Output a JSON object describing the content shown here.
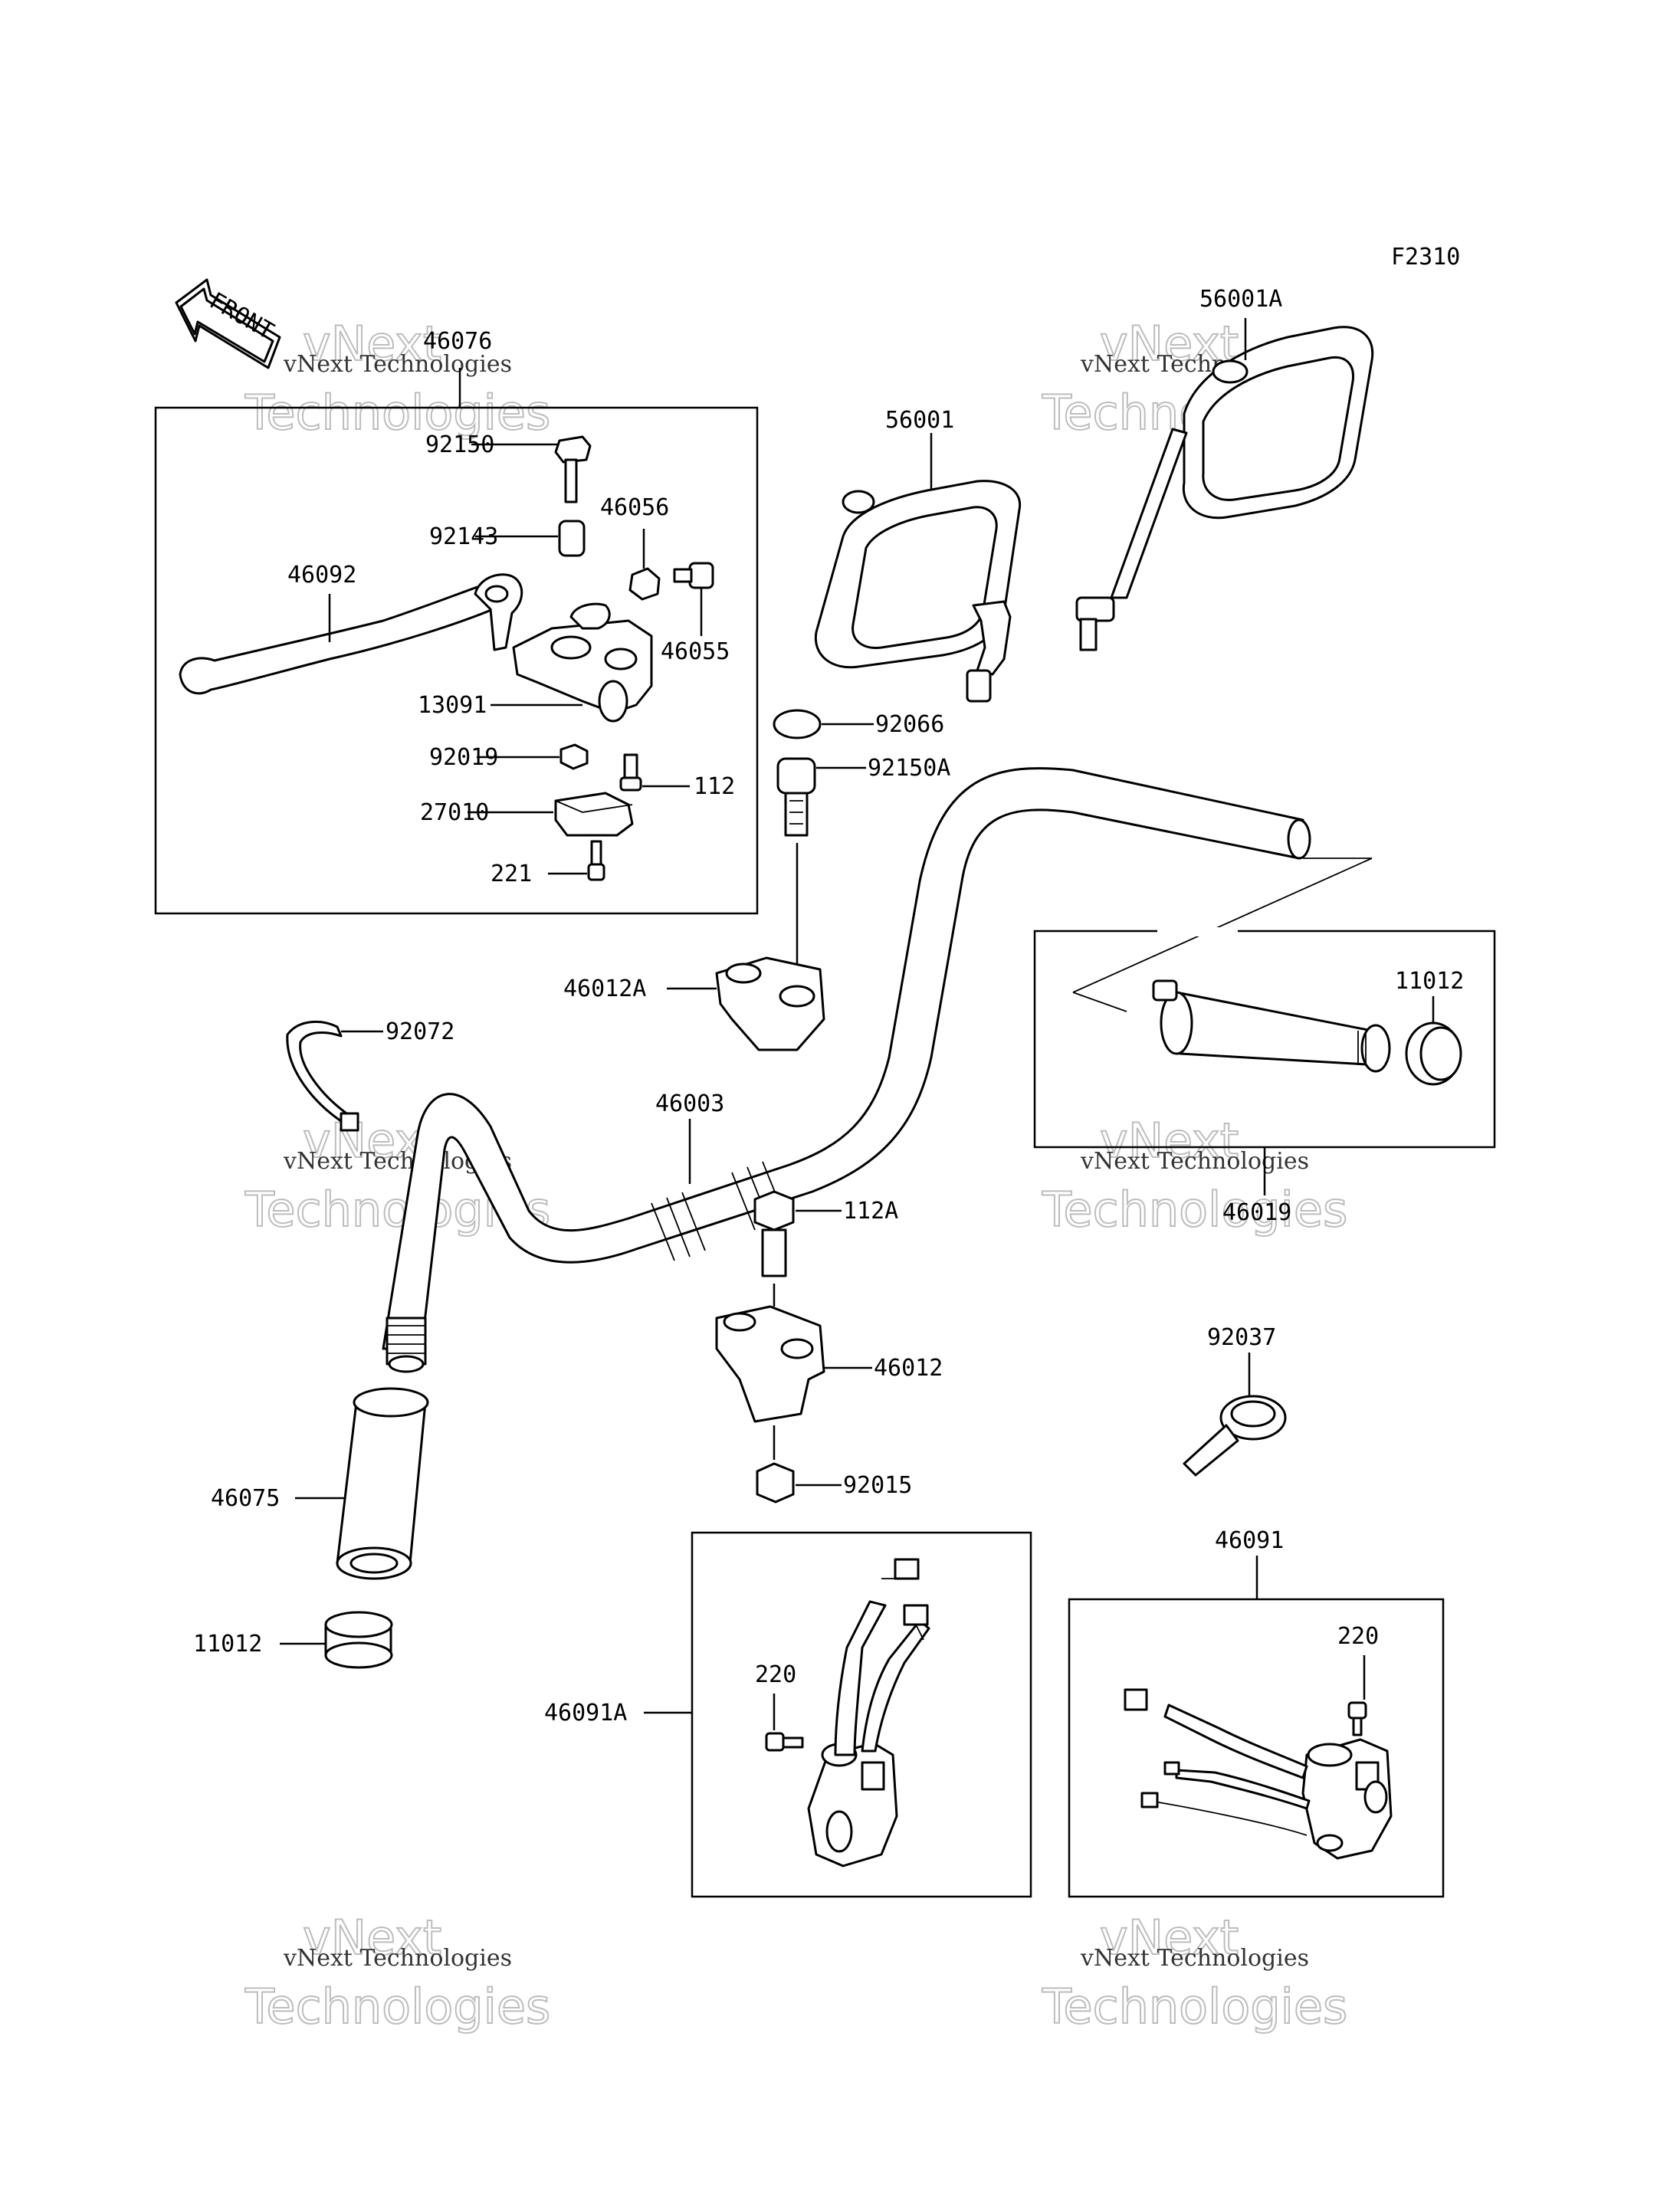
{
  "diagram_code": "F2310",
  "front_arrow_text": "FRONT",
  "watermark": {
    "line1": "vNext Technologies",
    "line2": "vNext",
    "line3": "Technologies"
  },
  "labels": {
    "p46076": "46076",
    "p92150": "92150",
    "p92143": "92143",
    "p46056": "46056",
    "p46092": "46092",
    "p46055": "46055",
    "p13091": "13091",
    "p92019": "92019",
    "p112": "112",
    "p27010": "27010",
    "p221": "221",
    "p56001": "56001",
    "p56001A": "56001A",
    "p92066": "92066",
    "p92150A": "92150A",
    "p46012A": "46012A",
    "p92072": "92072",
    "p46003": "46003",
    "p11012r": "11012",
    "p46019": "46019",
    "p112A": "112A",
    "p46012": "46012",
    "p92037": "92037",
    "p92015": "92015",
    "p46075": "46075",
    "p11012l": "11012",
    "p46091": "46091",
    "p46091A": "46091A",
    "p220a": "220",
    "p220b": "220"
  }
}
